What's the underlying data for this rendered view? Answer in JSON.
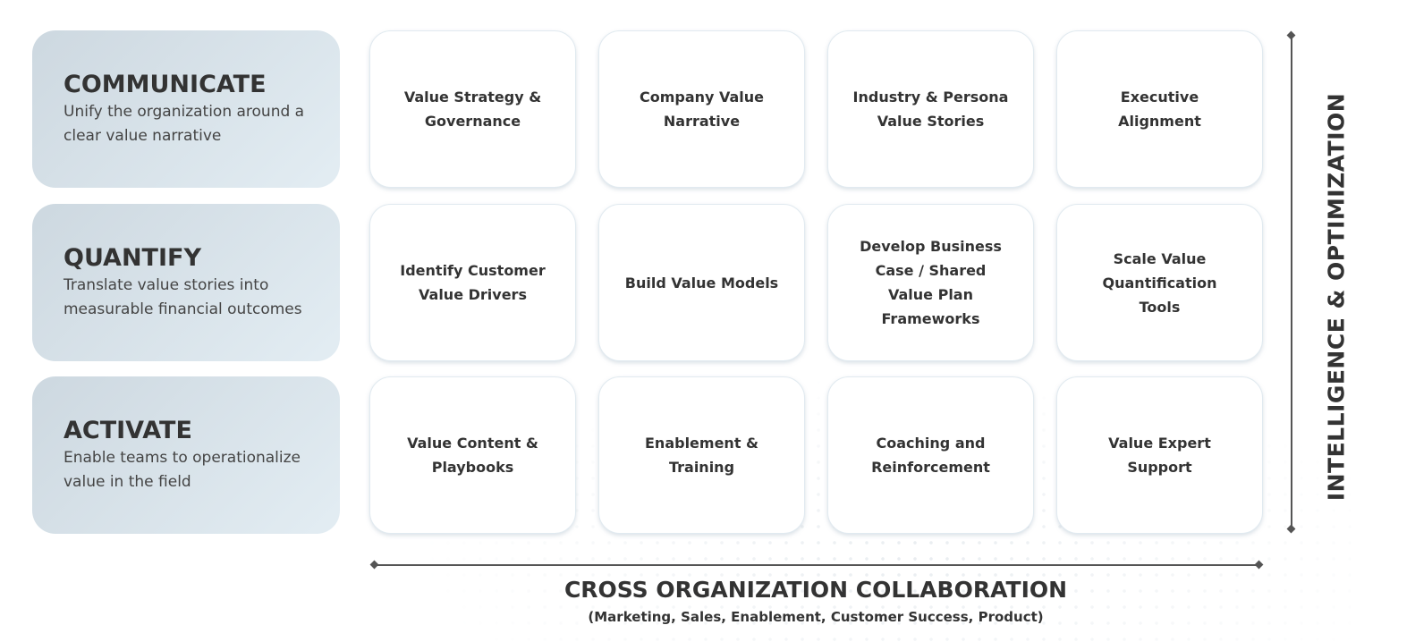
{
  "stages": [
    {
      "title": "COMMUNICATE",
      "description": "Unify the organization around a clear value narrative"
    },
    {
      "title": "QUANTIFY",
      "description": "Translate value stories into measurable financial outcomes"
    },
    {
      "title": "ACTIVATE",
      "description": "Enable teams to operationalize value in the field"
    }
  ],
  "grid": [
    [
      "Value Strategy &\nGovernance",
      "Company Value\nNarrative",
      "Industry & Persona\nValue Stories",
      "Executive\nAlignment"
    ],
    [
      "Identify Customer\nValue Drivers",
      "Build Value Models",
      "Develop Business\nCase / Shared\nValue Plan\nFrameworks",
      "Scale Value\nQuantification\nTools"
    ],
    [
      "Value Content &\nPlaybooks",
      "Enablement &\nTraining",
      "Coaching and\nReinforcement",
      "Value Expert\nSupport"
    ]
  ],
  "vertical_axis": {
    "label": "INTELLIGENCE & OPTIMIZATION"
  },
  "horizontal_axis": {
    "label": "CROSS ORGANIZATION COLLABORATION",
    "sublabel": "(Marketing, Sales, Enablement, Customer Success, Product)"
  },
  "colors": {
    "stage_gradient_start": "#cdd8e0",
    "stage_gradient_end": "#e3edf3",
    "text": "#333333",
    "axis": "#555555"
  }
}
